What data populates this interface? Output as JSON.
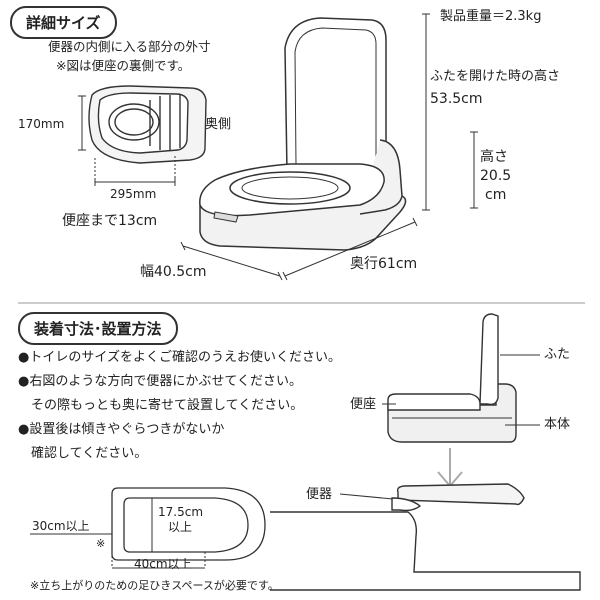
{
  "section1": {
    "title": "詳細サイズ",
    "desc_line1": "便器の内側に入る部分の外寸",
    "desc_line2": "※図は便座の裏側です。",
    "dim_170": "170mm",
    "dim_295": "295mm",
    "label_back": "奥側",
    "weight": "製品重量＝2.3kg",
    "lid_open_line1": "ふたを開けた時の高さ",
    "lid_open_line2": "53.5cm",
    "height_line1": "高さ",
    "height_line2": "20.5",
    "height_line3": "cm",
    "to_seat": "便座まで13cm",
    "width": "幅40.5cm",
    "depth": "奥行61cm"
  },
  "section2": {
    "title": "装着寸法･設置方法",
    "bullets": [
      "●トイレのサイズをよくご確認のうえお使いください。",
      "●右図のような方向で便器にかぶせてください。",
      "　その際もっとも奥に寄せて設置してください。",
      "●設置後は傾きやぐらつきがないか",
      "　確認してください。"
    ],
    "label_lid": "ふた",
    "label_seat": "便座",
    "label_body": "本体",
    "label_toilet": "便器",
    "dim_175_line1": "17.5cm",
    "dim_175_line2": "以上",
    "dim_30": "30cm以上",
    "dim_30_note": "※",
    "dim_40": "40cm以上",
    "footnote": "※立ち上がりのための足ひきスペースが必要です。"
  }
}
